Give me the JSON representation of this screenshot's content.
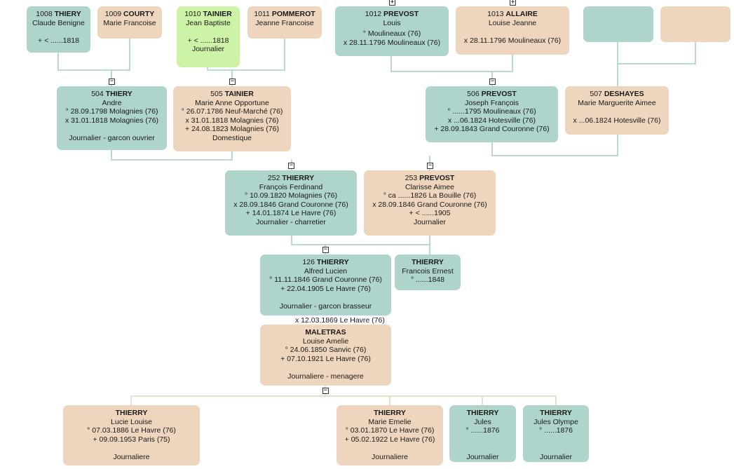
{
  "people": {
    "p1008": {
      "num": "1008",
      "name": "THIERY",
      "lines": [
        "Claude Benigne",
        "",
        "+ < ......1818"
      ]
    },
    "p1009": {
      "num": "1009",
      "name": "COURTY",
      "lines": [
        "Marie Francoise"
      ]
    },
    "p1010": {
      "num": "1010",
      "name": "TAINIER",
      "lines": [
        "Jean Baptiste",
        "",
        "+ < ......1818",
        "Journalier"
      ]
    },
    "p1011": {
      "num": "1011",
      "name": "POMMEROT",
      "lines": [
        "Jeanne Francoise"
      ]
    },
    "p1012": {
      "num": "1012",
      "name": "PREVOST",
      "lines": [
        "Louis",
        "° Moulineaux (76)",
        "x 28.11.1796 Moulineaux (76)"
      ]
    },
    "p1013": {
      "num": "1013",
      "name": "ALLAIRE",
      "lines": [
        "Louise Jeanne",
        "",
        "x 28.11.1796 Moulineaux (76)"
      ]
    },
    "p504": {
      "num": "504",
      "name": "THIERY",
      "lines": [
        "Andre",
        "° 28.09.1798 Molagnies (76)",
        "x 31.01.1818 Molagnies (76)",
        "",
        "Journalier - garcon ouvrier"
      ]
    },
    "p505": {
      "num": "505",
      "name": "TAINIER",
      "lines": [
        "Marie Anne Opportune",
        "° 26.07.1786 Neuf-Marché (76)",
        "x 31.01.1818 Molagnies (76)",
        "+ 24.08.1823 Molagnies (76)",
        "Domestique"
      ]
    },
    "p506": {
      "num": "506",
      "name": "PREVOST",
      "lines": [
        "Joseph François",
        "° ......1795 Moulineaux (76)",
        "x ...06.1824 Hotesville (76)",
        "+ 28.09.1843 Grand Couronne (76)"
      ]
    },
    "p507": {
      "num": "507",
      "name": "DESHAYES",
      "lines": [
        "Marie Marguerite Aimee",
        "",
        "x ...06.1824 Hotesville (76)"
      ]
    },
    "p252": {
      "num": "252",
      "name": "THIERRY",
      "lines": [
        "François Ferdinand",
        "° 10.09.1820 Molagnies (76)",
        "x 28.09.1846 Grand Couronne (76)",
        "+ 14.01.1874 Le Havre (76)",
        "Journalier - charretier"
      ]
    },
    "p253": {
      "num": "253",
      "name": "PREVOST",
      "lines": [
        "Clarisse Aimee",
        "° ca ......1826 La Bouille (76)",
        "x 28.09.1846 Grand Couronne (76)",
        "+ < ......1905",
        "Journalier"
      ]
    },
    "p126": {
      "num": "126",
      "name": "THIERRY",
      "lines": [
        "Alfred Lucien",
        "° 11.11.1846 Grand Couronne (76)",
        "+ 22.04.1905 Le Havre (76)",
        "",
        "Journalier - garcon brasseur"
      ]
    },
    "sibling": {
      "num": "",
      "name": "THIERRY",
      "lines": [
        "Francois Ernest",
        "° ......1848"
      ]
    },
    "spouse": {
      "num": "",
      "name": "MALETRAS",
      "lines": [
        "Louise Amelie",
        "° 24.06.1850 Sanvic (76)",
        "+ 07.10.1921 Le Havre (76)",
        "",
        "Journaliere - menagere"
      ]
    },
    "c1": {
      "num": "",
      "name": "THIERRY",
      "lines": [
        "Lucie Louise",
        "° 07.03.1886 Le Havre (76)",
        "+ 09.09.1953 Paris (75)",
        "",
        "Journaliere"
      ]
    },
    "c2": {
      "num": "",
      "name": "THIERRY",
      "lines": [
        "Marie Emelie",
        "° 03.01.1870 Le Havre (76)",
        "+ 05.02.1922 Le Havre (76)",
        "",
        "Journaliere"
      ]
    },
    "c3": {
      "num": "",
      "name": "THIERRY",
      "lines": [
        "Jules",
        "° ......1876",
        "",
        "",
        "Journalier"
      ]
    },
    "c4": {
      "num": "",
      "name": "THIERRY",
      "lines": [
        "Jules Olympe",
        "° ......1876",
        "",
        "",
        "Journalier"
      ]
    }
  },
  "marriage_126": "x 12.03.1869 Le Havre (76)",
  "toggles": {
    "collapse": "−",
    "expand": "+"
  },
  "colors": {
    "male": "#aed4cb",
    "female": "#edd6bd",
    "highlight": "#ccf3a6",
    "male_line": "#9fcfc2",
    "female_line": "#e6d3bc"
  }
}
